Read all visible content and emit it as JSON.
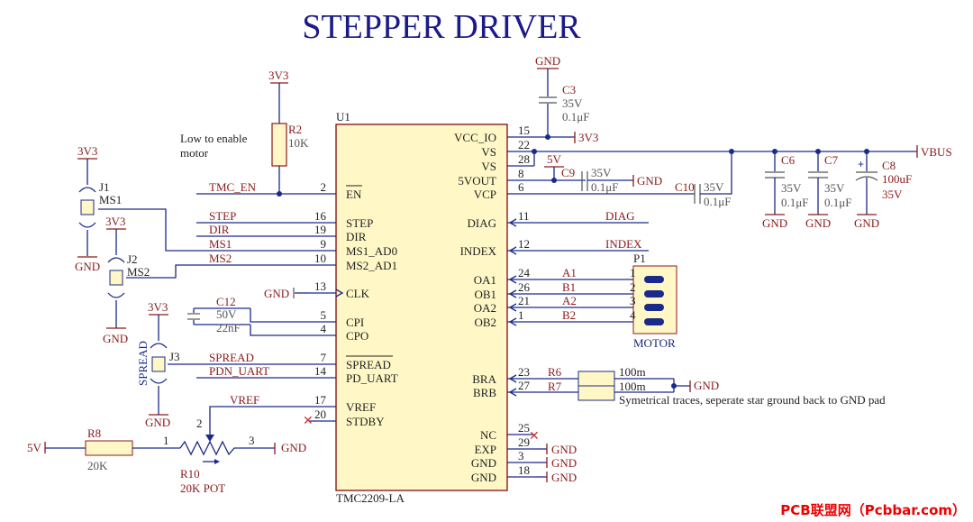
{
  "title": "STEPPER DRIVER",
  "watermark": "PCB联盟网（Pcbbar.com）",
  "note_enable": [
    "Low to enable",
    "motor"
  ],
  "note_traces": "Symetrical traces, seperate star ground back to GND pad",
  "chip": {
    "ref": "U1",
    "part": "TMC2209-LA",
    "left_pins": [
      {
        "num": "2",
        "name": "EN"
      },
      {
        "num": "16",
        "name": "STEP"
      },
      {
        "num": "19",
        "name": "DIR"
      },
      {
        "num": "9",
        "name": "MS1_AD0"
      },
      {
        "num": "10",
        "name": "MS2_AD1"
      },
      {
        "num": "13",
        "name": "CLK"
      },
      {
        "num": "5",
        "name": "CPI"
      },
      {
        "num": "4",
        "name": "CPO"
      },
      {
        "num": "7",
        "name": "SPREAD"
      },
      {
        "num": "14",
        "name": "PD_UART"
      },
      {
        "num": "17",
        "name": "VREF"
      },
      {
        "num": "20",
        "name": "STDBY"
      }
    ],
    "right_pins": [
      {
        "num": "15",
        "name": "VCC_IO"
      },
      {
        "num": "22",
        "name": "VS"
      },
      {
        "num": "28",
        "name": "VS"
      },
      {
        "num": "8",
        "name": "5VOUT"
      },
      {
        "num": "6",
        "name": "VCP"
      },
      {
        "num": "11",
        "name": "DIAG"
      },
      {
        "num": "12",
        "name": "INDEX"
      },
      {
        "num": "24",
        "name": "OA1"
      },
      {
        "num": "26",
        "name": "OB1"
      },
      {
        "num": "21",
        "name": "OA2"
      },
      {
        "num": "1",
        "name": "OB2"
      },
      {
        "num": "23",
        "name": "BRA"
      },
      {
        "num": "27",
        "name": "BRB"
      },
      {
        "num": "25",
        "name": "NC"
      },
      {
        "num": "29",
        "name": "EXP"
      },
      {
        "num": "3",
        "name": "GND"
      },
      {
        "num": "18",
        "name": "GND"
      }
    ]
  },
  "nets": {
    "tmc_en": "TMC_EN",
    "step": "STEP",
    "dir": "DIR",
    "ms1": "MS1",
    "ms2": "MS2",
    "spread": "SPREAD",
    "pdn_uart": "PDN_UART",
    "vref": "VREF",
    "diag": "DIAG",
    "index": "INDEX",
    "a1": "A1",
    "b1": "B1",
    "a2": "A2",
    "b2": "B2",
    "v33": "3V3",
    "v5": "5V",
    "gnd": "GND",
    "vbus": "VBUS"
  },
  "components": {
    "r2": {
      "ref": "R2",
      "value": "10K"
    },
    "j1": {
      "ref": "J1",
      "label": "MS1"
    },
    "j2": {
      "ref": "J2",
      "label": "MS2"
    },
    "j3": {
      "ref": "J3",
      "label": "SPREAD"
    },
    "c12": {
      "ref": "C12",
      "voltage": "50V",
      "value": "22nF"
    },
    "c3": {
      "ref": "C3",
      "voltage": "35V",
      "value": "0.1μF"
    },
    "c9": {
      "ref": "C9",
      "voltage": "35V",
      "value": "0.1μF"
    },
    "c10": {
      "ref": "C10",
      "voltage": "35V",
      "value": "0.1μF"
    },
    "c6": {
      "ref": "C6",
      "voltage": "35V",
      "value": "0.1μF"
    },
    "c7": {
      "ref": "C7",
      "voltage": "35V",
      "value": "0.1μF"
    },
    "c8": {
      "ref": "C8",
      "voltage": "35V",
      "value": "100uF"
    },
    "r6": {
      "ref": "R6",
      "value": "100m"
    },
    "r7": {
      "ref": "R7",
      "value": "100m"
    },
    "r8": {
      "ref": "R8",
      "value": "20K"
    },
    "r10": {
      "ref": "R10",
      "value": "20K POT",
      "pin1": "1",
      "pin2": "2",
      "pin3": "3"
    },
    "p1": {
      "ref": "P1",
      "label": "MOTOR",
      "pins": [
        "1",
        "2",
        "3",
        "4"
      ]
    }
  }
}
